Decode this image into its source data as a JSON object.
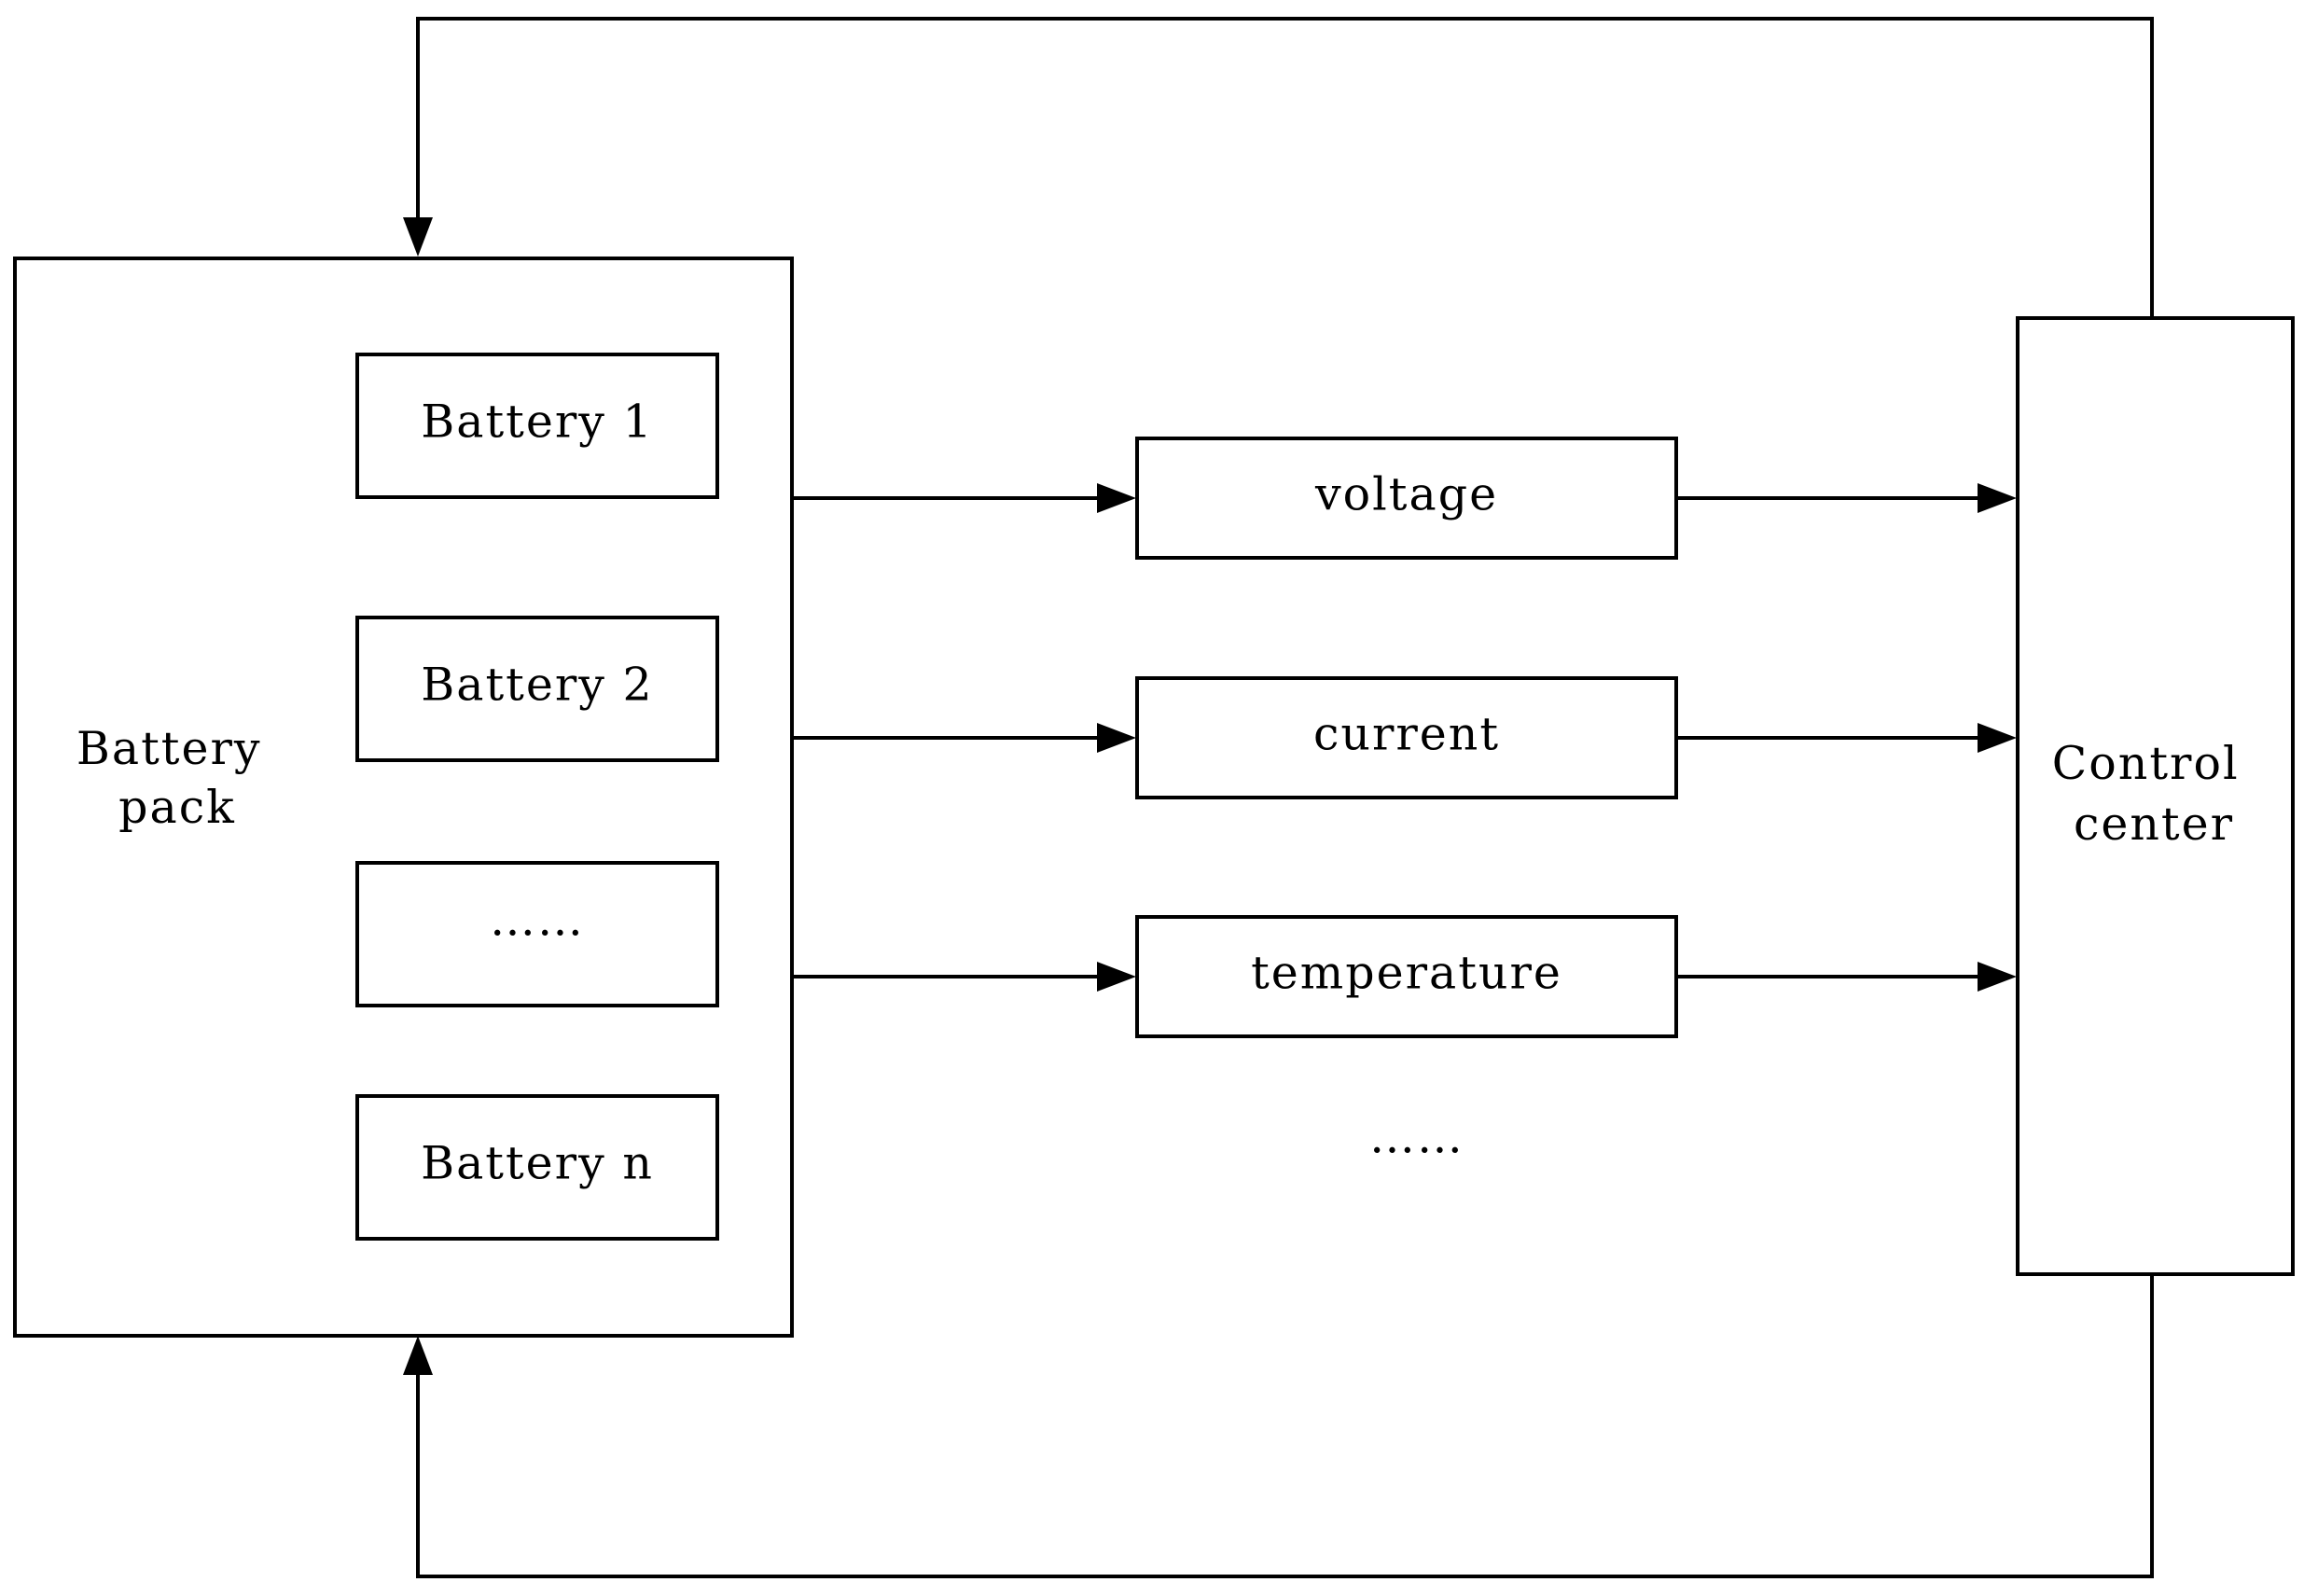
{
  "battery_pack": {
    "label_line1": "Battery",
    "label_line2": "pack",
    "cells": [
      "Battery 1",
      "Battery 2",
      "……",
      "Battery n"
    ]
  },
  "parameters": [
    "voltage",
    "current",
    "temperature"
  ],
  "parameters_more": "……",
  "control_center": {
    "label_line1": "Control",
    "label_line2": "center"
  }
}
